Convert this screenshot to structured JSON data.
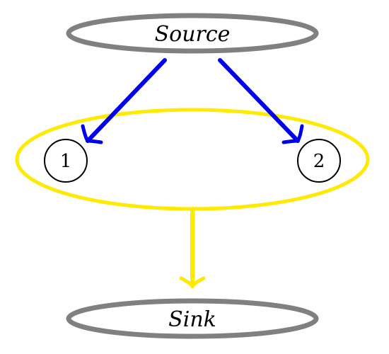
{
  "nodes": {
    "source": {
      "label": "Source"
    },
    "sink": {
      "label": "Sink"
    },
    "node1": {
      "label": "1"
    },
    "node2": {
      "label": "2"
    }
  },
  "colors": {
    "terminal_stroke": "#808080",
    "group_stroke": "#ffea00",
    "edge_blue": "#0000ee",
    "edge_yellow": "#ffea00",
    "node_stroke": "#000000",
    "text": "#000000"
  },
  "edges": [
    {
      "from": "source",
      "to": "node1",
      "color": "blue"
    },
    {
      "from": "source",
      "to": "node2",
      "color": "blue"
    },
    {
      "from": "group",
      "to": "sink",
      "color": "yellow"
    }
  ]
}
